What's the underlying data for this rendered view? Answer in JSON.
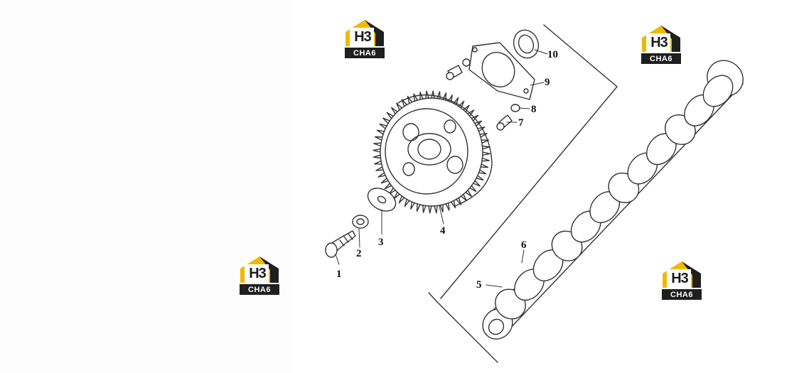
{
  "watermark": {
    "main_text": "H3",
    "sub_text": "CHA6",
    "colors": {
      "roof": "#f2b705",
      "dark": "#1f1f1f",
      "light": "#ffffff"
    }
  },
  "callouts": [
    "1",
    "2",
    "3",
    "4",
    "5",
    "6",
    "7",
    "8",
    "9",
    "10"
  ],
  "colors": {
    "line": "#333333",
    "background": "#ffffff",
    "panel": "#fcfcfc"
  }
}
